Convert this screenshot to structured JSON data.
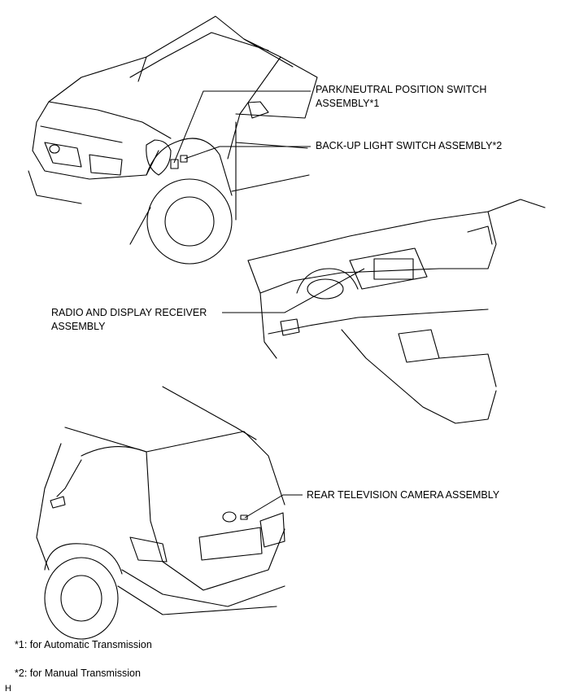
{
  "callouts": {
    "park_neutral": [
      "PARK/NEUTRAL POSITION SWITCH",
      "ASSEMBLY*1"
    ],
    "backup_light": "BACK-UP LIGHT SWITCH ASSEMBLY*2",
    "radio_display": [
      "RADIO AND DISPLAY RECEIVER",
      "ASSEMBLY"
    ],
    "rear_camera": "REAR TELEVISION CAMERA ASSEMBLY"
  },
  "notes": {
    "note1": "*1: for Automatic Transmission",
    "note2": "*2: for Manual Transmission"
  },
  "corner_mark": "H"
}
